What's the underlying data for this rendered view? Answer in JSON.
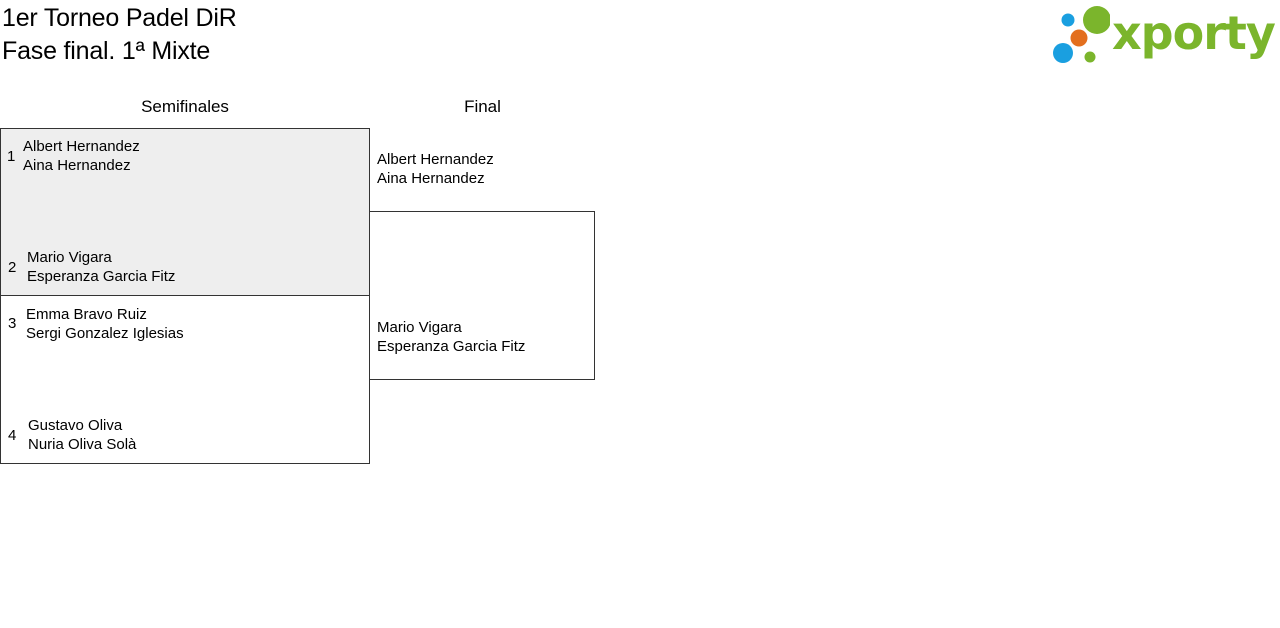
{
  "header": {
    "title_line1": "1er Torneo Padel DiR",
    "title_line2": "Fase final. 1ª Mixte"
  },
  "logo": {
    "text": "xporty",
    "colors": {
      "green": "#7bb52c",
      "orange": "#e36f1e",
      "blue": "#1a9fe0"
    }
  },
  "rounds": {
    "semifinals_label": "Semifinales",
    "final_label": "Final"
  },
  "semifinals": [
    {
      "seed": "1",
      "players": [
        "Albert Hernandez",
        "Aina Hernandez"
      ]
    },
    {
      "seed": "2",
      "players": [
        "Mario Vigara",
        "Esperanza Garcia Fitz"
      ]
    },
    {
      "seed": "3",
      "players": [
        "Emma Bravo Ruiz",
        "Sergi Gonzalez Iglesias"
      ]
    },
    {
      "seed": "4",
      "players": [
        "Gustavo Oliva",
        "Nuria Oliva Solà"
      ]
    }
  ],
  "final": [
    {
      "players": [
        "Albert Hernandez",
        "Aina Hernandez"
      ]
    },
    {
      "players": [
        "Mario Vigara",
        "Esperanza Garcia Fitz"
      ]
    }
  ],
  "colors": {
    "highlight_bg": "#eeeeee",
    "border": "#333333"
  }
}
